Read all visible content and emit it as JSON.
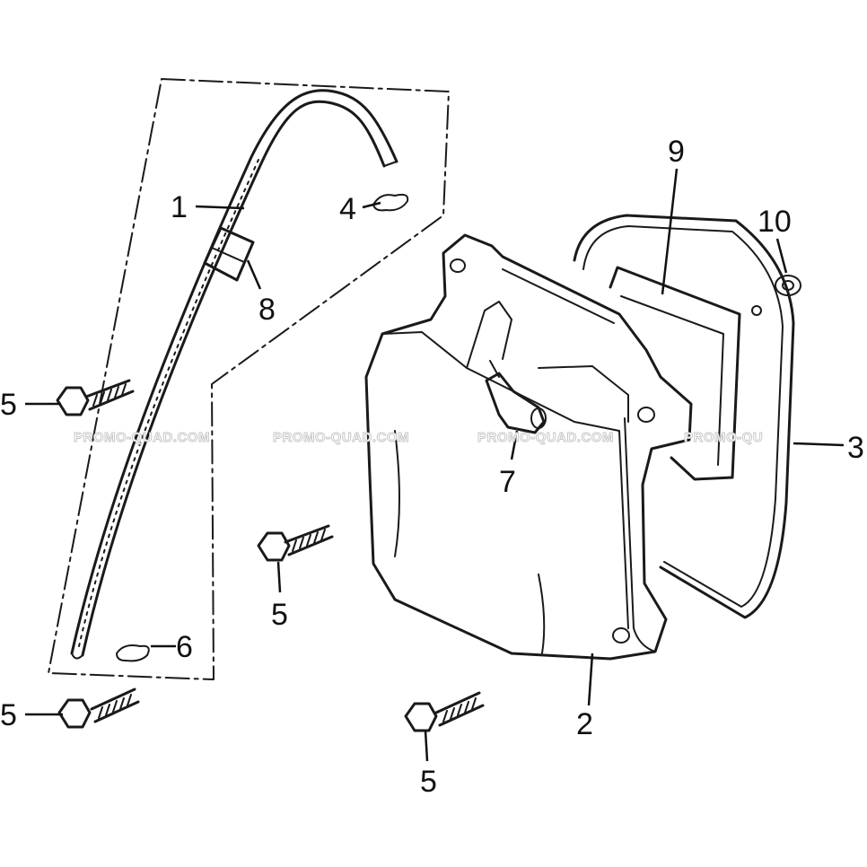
{
  "parts": [
    {
      "id": "part-1",
      "label": "1",
      "name": "hose"
    },
    {
      "id": "part-2",
      "label": "2",
      "name": "cylinder-head-cover"
    },
    {
      "id": "part-3",
      "label": "3",
      "name": "gasket"
    },
    {
      "id": "part-4",
      "label": "4",
      "name": "clip"
    },
    {
      "id": "part-5",
      "label": "5",
      "name": "bolt"
    },
    {
      "id": "part-6",
      "label": "6",
      "name": "clip"
    },
    {
      "id": "part-7",
      "label": "7",
      "name": "fitting"
    },
    {
      "id": "part-8",
      "label": "8",
      "name": "sleeve"
    },
    {
      "id": "part-9",
      "label": "9",
      "name": "plate"
    },
    {
      "id": "part-10",
      "label": "10",
      "name": "grommet"
    }
  ],
  "watermark": {
    "text": "PROMO-QUAD.COM",
    "text_cut": "PROMO-QU",
    "color": "#c4c4c4"
  },
  "colors": {
    "ink": "#1a1a1a",
    "background": "#ffffff"
  }
}
